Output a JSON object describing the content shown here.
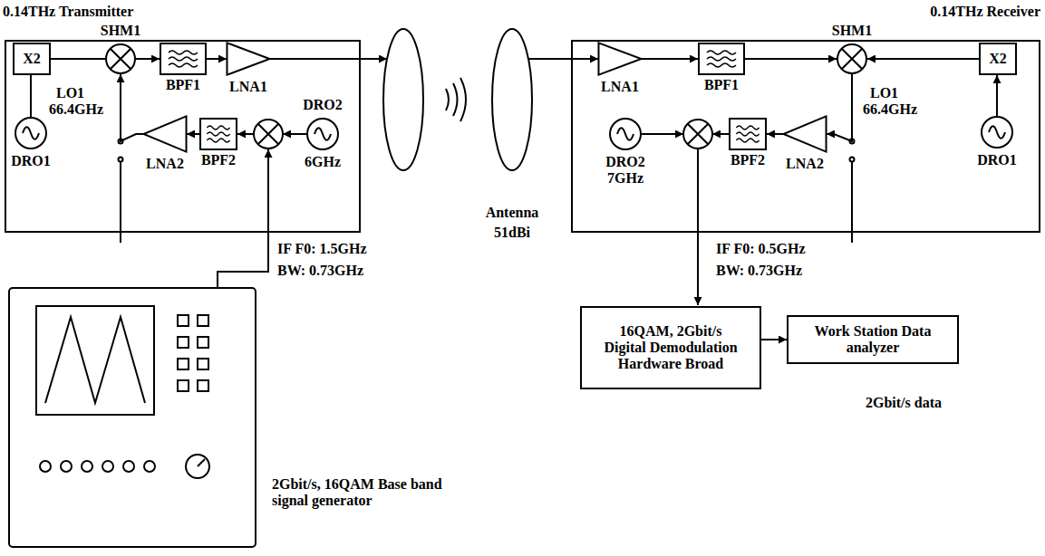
{
  "diagram": {
    "nodes": [
      {
        "text": [
          "0.14THz Transmitter"
        ]
      },
      {
        "text": [
          "X2"
        ],
        "in": 0
      },
      {
        "text": [
          "SHM1"
        ],
        "in": 0
      },
      {
        "text": [
          "BPF1"
        ],
        "in": 0
      },
      {
        "text": [
          "LNA1"
        ],
        "in": 0
      },
      {
        "text": [
          "DRO1"
        ],
        "in": 0
      },
      {
        "text": [
          "LNA2"
        ],
        "in": 0
      },
      {
        "text": [
          "BPF2"
        ],
        "in": 0
      },
      {
        "text": [
          "DRO2",
          "6GHz"
        ],
        "in": 0
      },
      {
        "text": [
          "0.14THz Receiver"
        ]
      },
      {
        "text": [
          "LNA1"
        ],
        "in": 9
      },
      {
        "text": [
          "BPF1"
        ],
        "in": 9
      },
      {
        "text": [
          "SHM1"
        ],
        "in": 9
      },
      {
        "text": [
          "X2"
        ],
        "in": 9
      },
      {
        "text": [
          "LNA2"
        ],
        "in": 9
      },
      {
        "text": [
          "BPF2"
        ],
        "in": 9
      },
      {
        "text": [
          "DRO2",
          "7GHz"
        ],
        "in": 9
      },
      {
        "text": [
          "DRO1"
        ],
        "in": 9
      },
      {
        "text": [
          "16QAM, 2Gbit/s Digital Demodulation Hardware Broad"
        ]
      },
      {
        "text": [
          "Work Station Data analyzer"
        ]
      }
    ],
    "edges": [
      {
        "from": 1,
        "to": 2,
        "arrow": "none"
      },
      {
        "from": 2,
        "to": 3,
        "arrow": "to"
      },
      {
        "from": 3,
        "to": 4,
        "arrow": "to"
      },
      {
        "from": 5,
        "to": 1,
        "arrow": "none"
      },
      {
        "from": 7,
        "to": 6,
        "arrow": "to"
      },
      {
        "from": 6,
        "to": 2,
        "arrow": "to"
      },
      {
        "from": 10,
        "to": 11,
        "arrow": "to"
      },
      {
        "from": 11,
        "to": 12,
        "arrow": "to"
      },
      {
        "from": 13,
        "to": 12,
        "arrow": "to"
      },
      {
        "from": 17,
        "to": 13,
        "arrow": "to"
      },
      {
        "from": 12,
        "to": 14,
        "arrow": "to"
      },
      {
        "from": 14,
        "to": 15,
        "arrow": "to"
      },
      {
        "from": 18,
        "to": 19,
        "arrow": "to"
      }
    ],
    "labels": [
      "LO1",
      "66.4GHz",
      "Antenna",
      "51dBi",
      "LO1",
      "66.4GHz",
      "IF F0: 1.5GHz",
      "BW: 0.73GHz",
      "2Gbit/s, 16QAM Base band signal generator",
      "IF F0: 0.5GHz",
      "BW: 0.73GHz",
      "2Gbit/s data"
    ]
  }
}
